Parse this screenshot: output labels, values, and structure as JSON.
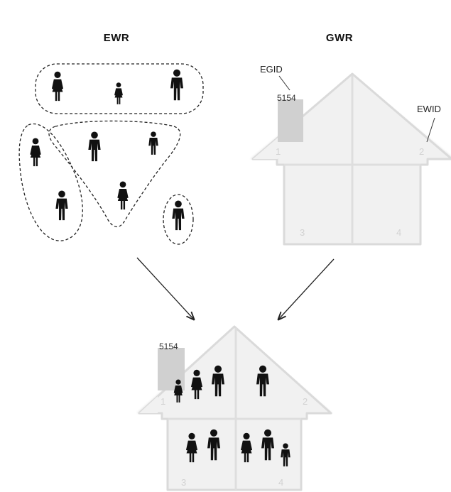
{
  "titles": {
    "left": "EWR",
    "right": "GWR"
  },
  "labels": {
    "egid": "EGID",
    "ewid": "EWID"
  },
  "building_id": "5154",
  "result_building_id": "5154",
  "unit_numbers": [
    "1",
    "2",
    "3",
    "4"
  ],
  "colors": {
    "person": "#111111",
    "house_fill": "#efefef",
    "house_line": "#d9d9d9",
    "chimney": "#cfcfcf"
  },
  "icons": [
    "man-icon",
    "woman-icon",
    "child-icon",
    "arrow-icon",
    "house-icon"
  ]
}
